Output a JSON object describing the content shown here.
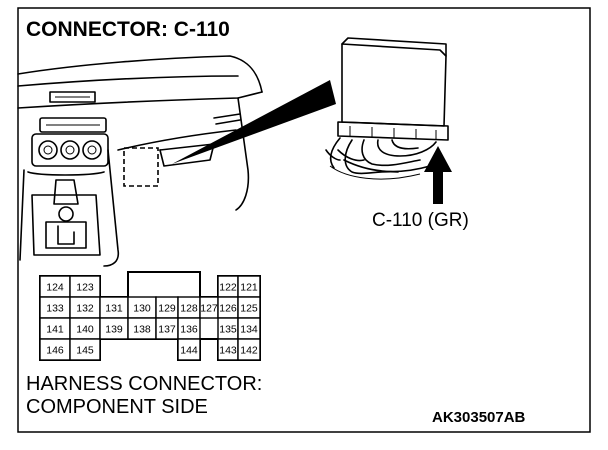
{
  "diagram": {
    "title": "CONNECTOR: C-110",
    "connector_callout": "C-110 (GR)",
    "footer_line1": "HARNESS CONNECTOR:",
    "footer_line2": "COMPONENT SIDE",
    "figure_code": "AK303507AB",
    "connector_pins": {
      "row1_left": [
        "124",
        "123"
      ],
      "row1_right": [
        "122",
        "121"
      ],
      "row2": [
        "133",
        "132",
        "131",
        "130",
        "129",
        "128",
        "127",
        "126",
        "125"
      ],
      "row3": [
        "141",
        "140",
        "139",
        "138",
        "137",
        "136",
        "135",
        "134"
      ],
      "row4": [
        "146",
        "145",
        "144",
        "143",
        "142"
      ]
    }
  }
}
